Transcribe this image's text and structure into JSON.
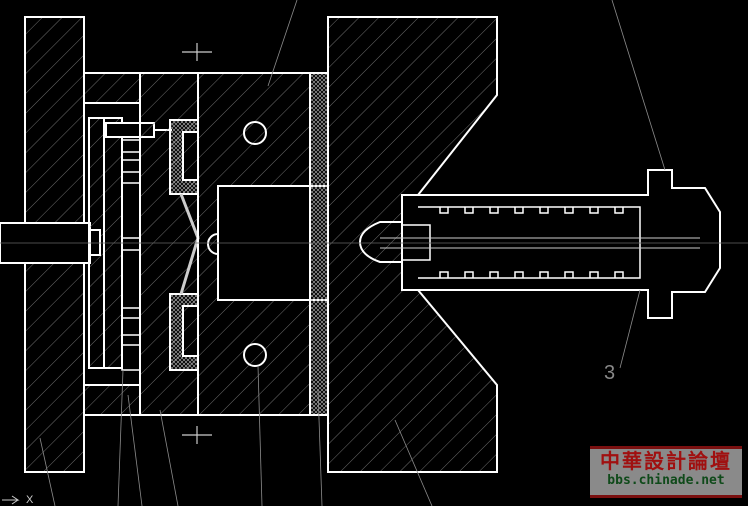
{
  "drawing": {
    "part_label": "3",
    "ucs_axis_label": "X",
    "colors": {
      "background": "#000000",
      "lines": "#ffffff",
      "hatch": "#9a9a9a",
      "leader": "#8c8c8c"
    }
  },
  "watermark": {
    "title": "中華設計論壇",
    "url": "bbs.chinade.net"
  }
}
